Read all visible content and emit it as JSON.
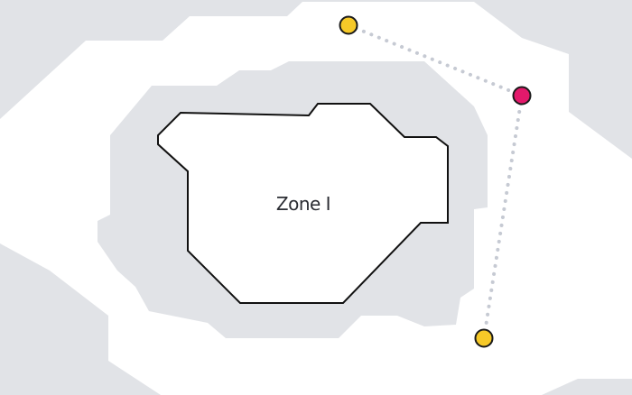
{
  "map": {
    "zone": {
      "label": "Zone I"
    },
    "colors": {
      "background": "#e1e3e7",
      "walkable_area": "#ffffff",
      "zone_fill": "#ffffff",
      "zone_outline": "#111111",
      "route_line": "#c6cad3",
      "waypoint": "#f6c928",
      "active_marker": "#e3196b",
      "marker_outline": "#1a1a1a"
    },
    "markers": [
      {
        "type": "waypoint",
        "icon": "waypoint-marker-icon"
      },
      {
        "type": "active",
        "icon": "active-location-marker-icon"
      },
      {
        "type": "waypoint",
        "icon": "waypoint-marker-icon"
      }
    ]
  }
}
